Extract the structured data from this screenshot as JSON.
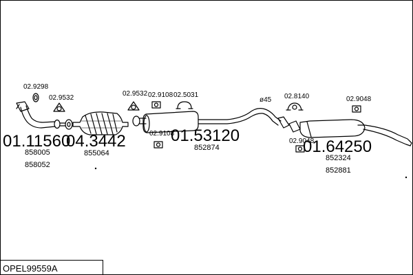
{
  "diagram_title": "OPEL99559A",
  "parts": {
    "front_pipe": {
      "number": "01.11560",
      "refs": [
        "858005",
        "858052"
      ]
    },
    "catalyst": {
      "number": "04.3442",
      "refs": [
        "855064"
      ]
    },
    "middle_silencer": {
      "number": "01.53120",
      "refs": [
        "852874"
      ]
    },
    "rear_silencer": {
      "number": "01.64250",
      "refs": [
        "852324",
        "852881"
      ]
    }
  },
  "hardware": {
    "hw1": "02.9298",
    "hw2": "02.9532",
    "hw3": "02.9532",
    "hw4": "02.9108",
    "hw5": "02.5031",
    "hw6": "02.9108",
    "hw7": "02.8140",
    "hw8": "02.9048",
    "hw9": "02.9048"
  },
  "diameter_note": "ø45"
}
